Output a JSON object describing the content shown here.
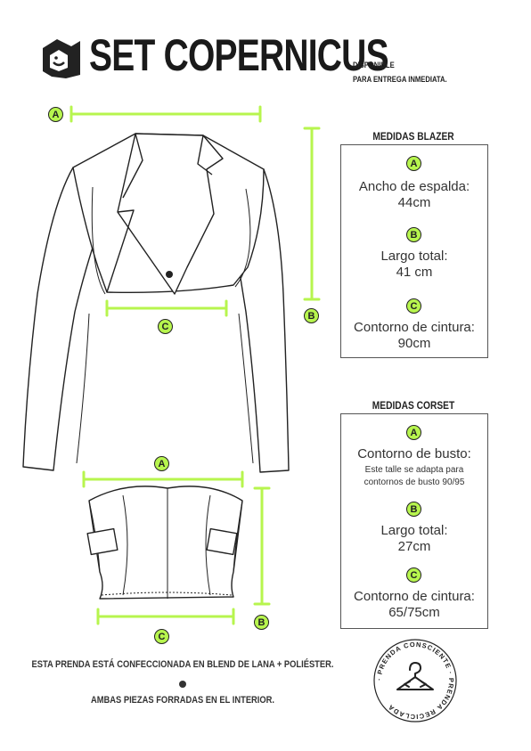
{
  "header": {
    "title": "SET COPERNICUS",
    "availability_line1": "DISPONIBLE",
    "availability_line2": "PARA ENTREGA INMEDIATA."
  },
  "diagram_labels": {
    "a": "A",
    "b": "B",
    "c": "C"
  },
  "blazer": {
    "title": "MEDIDAS BLAZER",
    "items": [
      {
        "badge": "A",
        "label": "Ancho de espalda:",
        "value": "44cm"
      },
      {
        "badge": "B",
        "label": "Largo total:",
        "value": "41 cm"
      },
      {
        "badge": "C",
        "label": "Contorno de cintura:",
        "value": "90cm"
      }
    ]
  },
  "corset": {
    "title": "MEDIDAS CORSET",
    "items": [
      {
        "badge": "A",
        "label": "Contorno de busto:",
        "note1": "Este talle se adapta para",
        "note2": "contornos de busto 90/95"
      },
      {
        "badge": "B",
        "label": "Largo total:",
        "value": "27cm"
      },
      {
        "badge": "C",
        "label": "Contorno de cintura:",
        "value": "65/75cm"
      }
    ]
  },
  "footer": {
    "line1": "ESTA PRENDA ESTÁ CONFECCIONADA EN BLEND DE LANA + POLIÉSTER.",
    "line2": "AMBAS PIEZAS FORRADAS EN EL INTERIOR."
  },
  "seal": {
    "text": "· PRENDA CONSCIENTE · PRENDA RECICLADA"
  },
  "colors": {
    "accent": "#b7f54e",
    "ink": "#222222"
  }
}
